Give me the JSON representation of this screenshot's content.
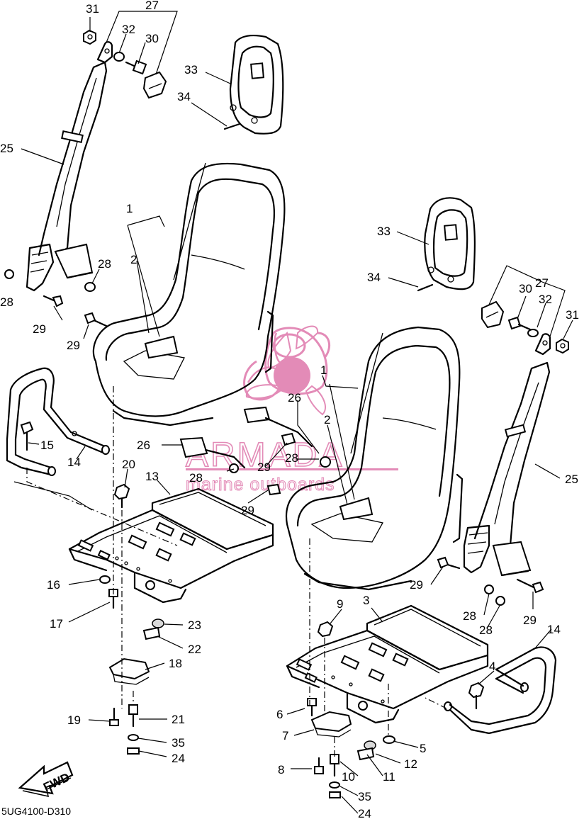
{
  "diagram_code": "5UG4100-D310",
  "fwd_label": "FWD",
  "watermark": {
    "brand": "ARMADA",
    "tagline": "marine outboards",
    "color": "#e07fb0"
  },
  "callouts": {
    "c31a": "31",
    "c27a": "27",
    "c32a": "32",
    "c30a": "30",
    "c33a": "33",
    "c34a": "34",
    "c25a": "25",
    "c1a": "1",
    "c2a": "2",
    "c28a": "28",
    "c28b": "28",
    "c29a": "29",
    "c29b": "29",
    "c33b": "33",
    "c34b": "34",
    "c27b": "27",
    "c30b": "30",
    "c32b": "32",
    "c31b": "31",
    "c1b": "1",
    "c26a": "26",
    "c2b": "2",
    "c26b": "26",
    "c28c": "28",
    "c29c": "29",
    "c28d": "28",
    "c29d": "29",
    "c15": "15",
    "c14a": "14",
    "c20": "20",
    "c13": "13",
    "c25b": "25",
    "c16": "16",
    "c17": "17",
    "c23": "23",
    "c22": "22",
    "c18": "18",
    "c19": "19",
    "c21": "21",
    "c35a": "35",
    "c24a": "24",
    "c29e": "29",
    "c28e": "28",
    "c28f": "28",
    "c29f": "29",
    "c14b": "14",
    "c9": "9",
    "c3": "3",
    "c4": "4",
    "c6": "6",
    "c7": "7",
    "c5": "5",
    "c12": "12",
    "c8": "8",
    "c10": "10",
    "c11": "11",
    "c35b": "35",
    "c24b": "24"
  }
}
